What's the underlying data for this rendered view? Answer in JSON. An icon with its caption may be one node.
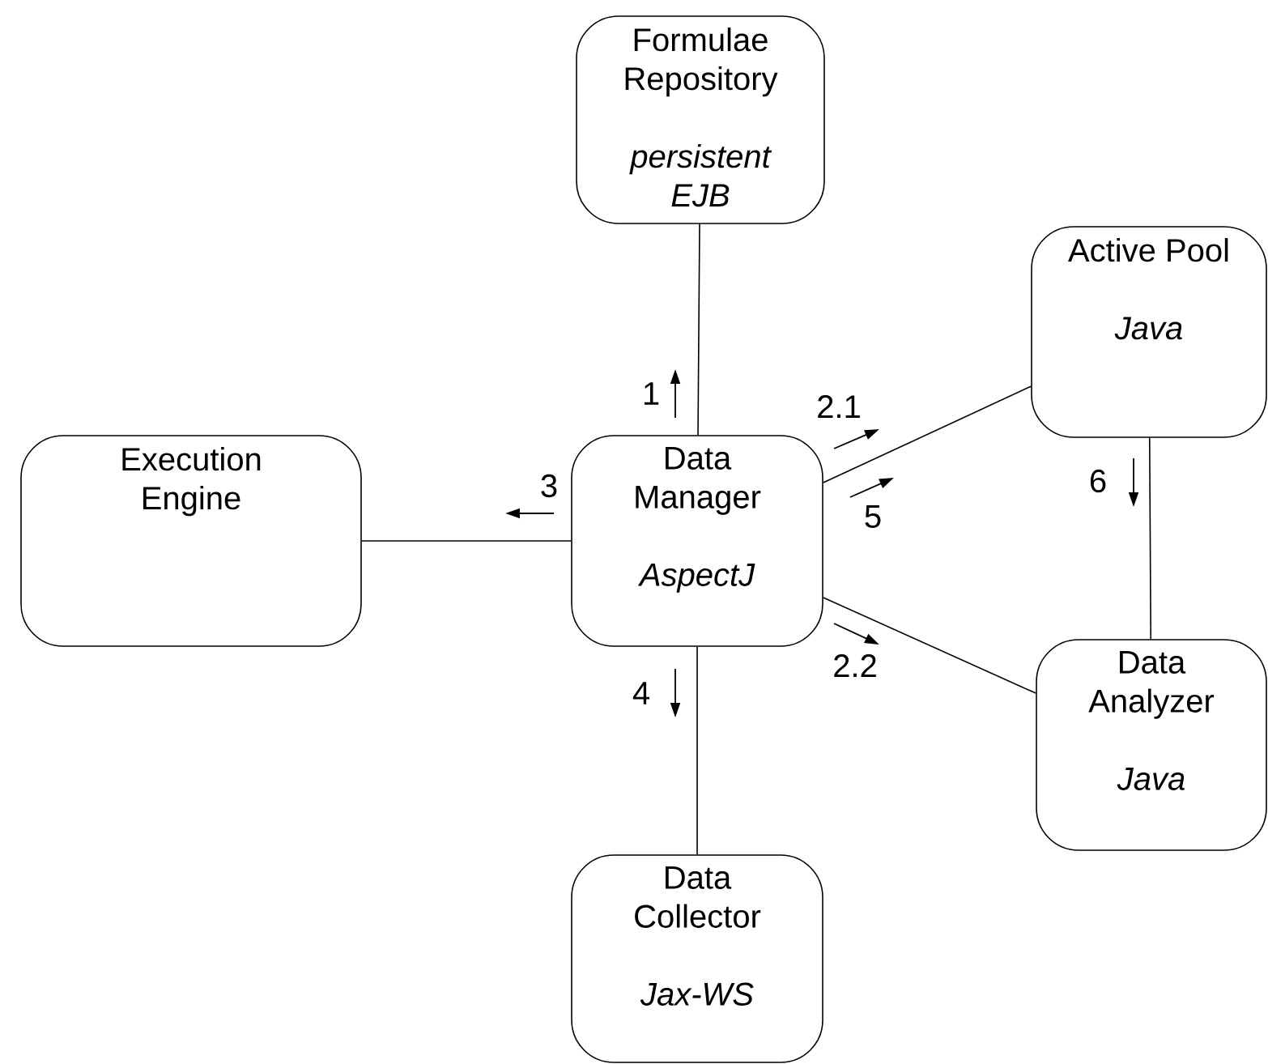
{
  "diagram": {
    "nodes": [
      {
        "text": [
          "Formulae Repository",
          "persistent EJB"
        ]
      },
      {
        "text": [
          "Active Pool",
          "Java"
        ]
      },
      {
        "text": [
          "Execution Engine"
        ]
      },
      {
        "text": [
          "Data Manager",
          "AspectJ"
        ]
      },
      {
        "text": [
          "Data Analyzer",
          "Java"
        ]
      },
      {
        "text": [
          "Data Collector",
          "Jax-WS"
        ]
      }
    ],
    "edges": [
      {
        "from": 3,
        "to": 0,
        "arrow": "none"
      },
      {
        "from": 3,
        "to": 2,
        "arrow": "none"
      },
      {
        "from": 3,
        "to": 1,
        "arrow": "none"
      },
      {
        "from": 3,
        "to": 4,
        "arrow": "none"
      },
      {
        "from": 1,
        "to": 4,
        "arrow": "none"
      },
      {
        "from": 3,
        "to": 5,
        "arrow": "none"
      }
    ],
    "labels": [
      "1",
      "2.1",
      "3",
      "5",
      "6",
      "2.2",
      "4"
    ]
  }
}
